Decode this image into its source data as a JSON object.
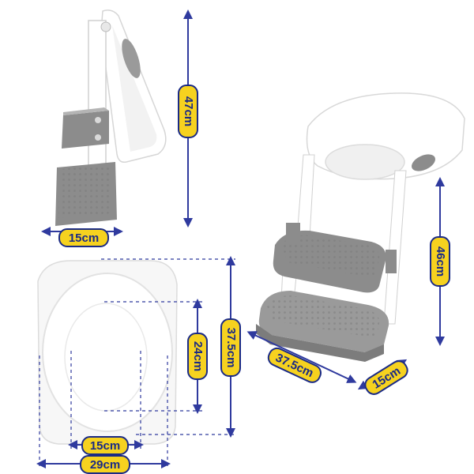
{
  "colors": {
    "dimension_line": "#2f3a9e",
    "label_fill": "#f6d21f",
    "label_stroke": "#1a2a86",
    "label_text": "#1a2a86",
    "product_white": "#ffffff",
    "product_gray": "#8c8c8c",
    "product_gray_light": "#b4b4b4"
  },
  "views": {
    "side_folded": {
      "height_label": "47cm",
      "depth_label": "15cm"
    },
    "seat_top": {
      "outer_length_label": "37.5cm",
      "inner_length_label": "24cm",
      "inner_width_label": "15cm",
      "outer_width_label": "29cm"
    },
    "assembled": {
      "height_label": "46cm",
      "length_label": "37.5cm",
      "width_label": "15cm"
    }
  }
}
